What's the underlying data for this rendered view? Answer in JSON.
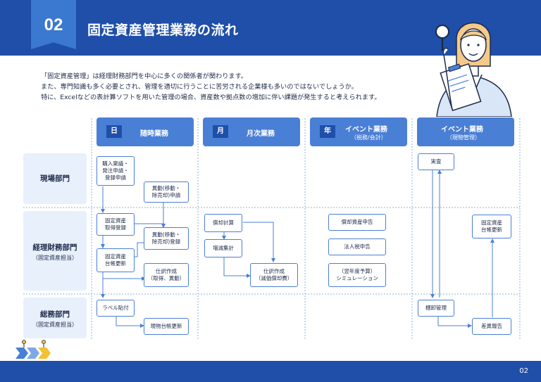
{
  "header": {
    "section_number": "02",
    "title": "固定資産管理業務の流れ"
  },
  "intro": [
    "「固定資産管理」は経理財務部門を中心に多くの関係者が関わります。",
    "また、専門知識も多く必要とされ、管理を適切に行うことに苦労される企業様も多いのではないでしょうか。",
    "特に、Excelなどの表計算ソフトを用いた管理の場合、資産数や拠点数の増加に伴い課題が発生すると考えられます。"
  ],
  "columns": [
    {
      "badge": "日",
      "title": "随時業務",
      "sub": ""
    },
    {
      "badge": "月",
      "title": "月次業務",
      "sub": ""
    },
    {
      "badge": "年",
      "title": "イベント業務",
      "sub": "（税務/会計）"
    },
    {
      "badge": "",
      "title": "イベント業務",
      "sub": "（現物管理）"
    }
  ],
  "rows": [
    {
      "title": "現場部門",
      "sub": ""
    },
    {
      "title": "経理財務部門",
      "sub": "（固定資産担当）"
    },
    {
      "title": "総務部門",
      "sub": "（固定資産担当）"
    }
  ],
  "boxes": {
    "purchase": "購入稟議・\n発注申請・\n登録申請",
    "transfer_request": "異動(移動・\n除売却)申請",
    "asset_register": "固定資産\n取得登録",
    "transfer_register": "異動(移動・\n除売却)登録",
    "ledger_update1": "固定資産\n台帳更新",
    "journal1": "仕訳作成\n（取得、異動）",
    "depreciation_calc": "償却計算",
    "change_summary": "増減集計",
    "journal2": "仕訳作成\n（減価償却費）",
    "depreciable_tax": "償却資産申告",
    "corporate_tax": "法人税申告",
    "simulation": "（翌年度予算）\nシミュレーション",
    "inspection": "実査",
    "ledger_update2": "固定資産\n台帳更新",
    "label_attach": "ラベル貼付",
    "physical_ledger": "現物台帳更新",
    "inventory_mgmt": "棚卸管理",
    "discrepancy_report": "差異報告"
  },
  "footer": {
    "page": "02"
  },
  "colors": {
    "brand": "#1f4fa8",
    "accent": "#4a7fd6",
    "label_bg": "#e8f0fb"
  }
}
